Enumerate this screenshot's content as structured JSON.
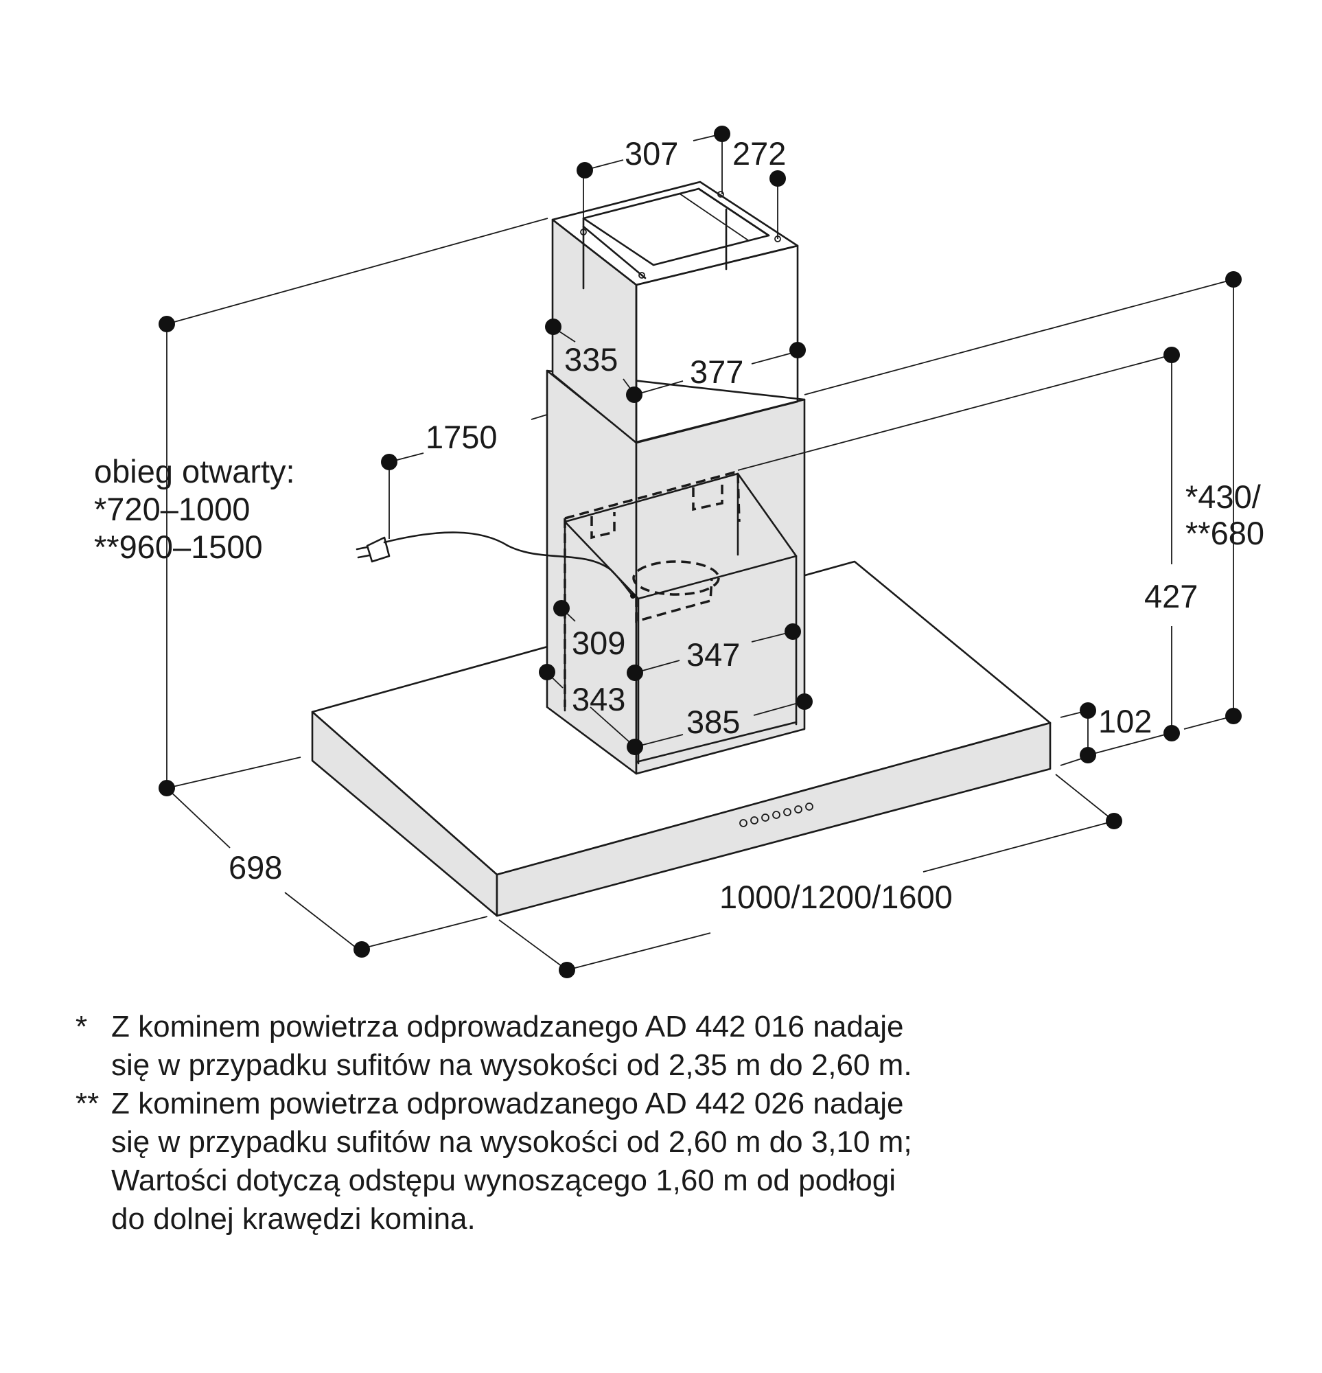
{
  "dimensions": {
    "chimney_top_width": "307",
    "chimney_top_depth": "272",
    "upper_chimney_depth": "335",
    "upper_chimney_width": "377",
    "overall_length": "1750",
    "lower_chimney_depth_inner": "309",
    "lower_chimney_width_inner": "347",
    "lower_chimney_depth_outer": "343",
    "lower_chimney_width_outer": "385",
    "canopy_depth": "698",
    "canopy_width": "1000/1200/1600",
    "canopy_height": "102",
    "chimney_height_lower": "427",
    "chimney_height_total_line1": "*430/",
    "chimney_height_total_line2": "**680"
  },
  "side_note": {
    "line1": "obieg otwarty:",
    "line2": "*720–1000",
    "line3": "**960–1500"
  },
  "footnotes": [
    {
      "mark": "*",
      "lines": [
        "Z kominem powietrza odprowadzanego AD 442 016 nadaje",
        "się w przypadku sufitów na wysokości od 2,35 m do 2,60 m."
      ]
    },
    {
      "mark": "**",
      "lines": [
        "Z kominem powietrza odprowadzanego AD 442 026 nadaje",
        "się w przypadku sufitów na wysokości od 2,60 m do 3,10 m;",
        "Wartości dotyczą odstępu wynoszącego 1,60 m od podłogi",
        "do dolnej krawędzi komina."
      ]
    }
  ]
}
